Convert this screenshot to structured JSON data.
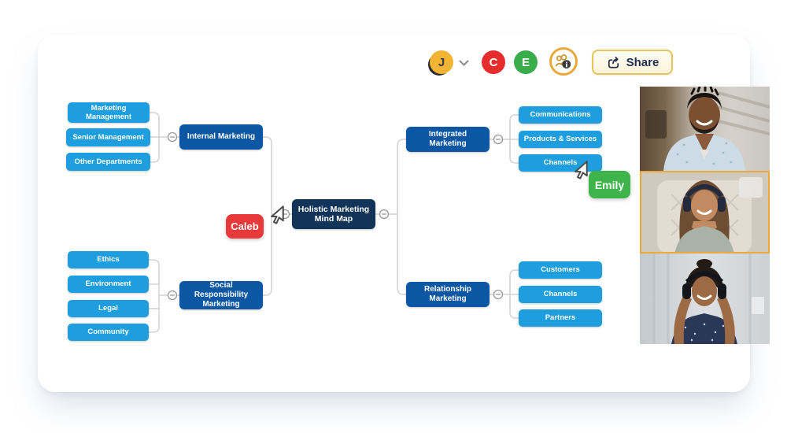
{
  "header": {
    "avatars": [
      {
        "initial": "J",
        "color": "#f1b434"
      },
      {
        "initial": "C",
        "color": "#e52d2d"
      },
      {
        "initial": "E",
        "color": "#3aad4a"
      }
    ],
    "share_label": "Share"
  },
  "mindmap": {
    "center": {
      "line1": "Holistic Marketing",
      "line2": "Mind Map"
    },
    "branches": {
      "left_top": {
        "parent": "Internal Marketing",
        "children": [
          "Marketing Management",
          "Senior Management",
          "Other Departments"
        ]
      },
      "left_bottom": {
        "parent": "Social Responsibility Marketing",
        "children": [
          "Ethics",
          "Environment",
          "Legal",
          "Community"
        ]
      },
      "right_top": {
        "parent": "Integrated Marketing",
        "children": [
          "Communications",
          "Products & Services",
          "Channels"
        ]
      },
      "right_bottom": {
        "parent": "Relationship Marketing",
        "children": [
          "Customers",
          "Channels",
          "Partners"
        ]
      }
    }
  },
  "collaborators": [
    {
      "name": "Caleb",
      "color": "#e8393b"
    },
    {
      "name": "Emily",
      "color": "#3fb44a"
    }
  ],
  "video_call": {
    "participant_count": 3,
    "active_participant_index": 1,
    "active_border_color": "#eaa93c"
  },
  "colors": {
    "child_node": "#1e9ede",
    "parent_node": "#0b57a4",
    "center_node": "#133459",
    "connector": "#d2d2d2",
    "gold_accent": "#eaa83b",
    "share_border": "#e7c45c"
  }
}
